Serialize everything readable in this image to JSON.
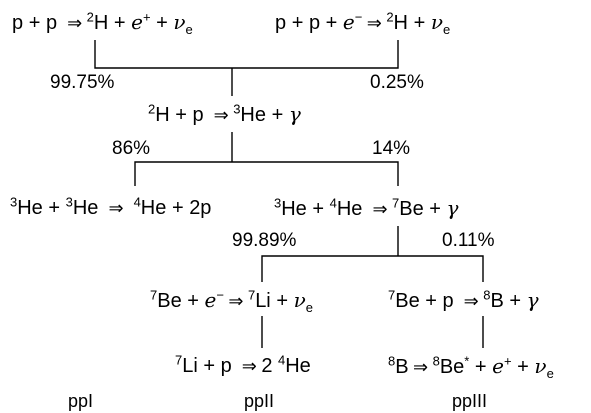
{
  "reactions": {
    "pp_beta": {
      "p1": "p",
      "plus1": "+",
      "p2": "p",
      "arrow": "⇒",
      "mass_h2": "2",
      "h": "H",
      "plus2": "+",
      "e": "e",
      "e_charge": "+",
      "plus3": "+",
      "nu": "ν",
      "nu_sub": "e"
    },
    "pep": {
      "p1": "p",
      "plus1": "+",
      "p2": "p",
      "plus2": "+",
      "e": "e",
      "e_charge": "−",
      "arrow": "⇒",
      "mass_h2": "2",
      "h": "H",
      "plus3": "+",
      "nu": "ν",
      "nu_sub": "e"
    },
    "deuterium_capture": {
      "mass_h2": "2",
      "h": "H",
      "plus1": "+",
      "p": "p",
      "arrow": "⇒",
      "mass_he3": "3",
      "he": "He",
      "plus2": "+",
      "gamma": "γ"
    },
    "he3_he3": {
      "mass_a": "3",
      "he_a": "He",
      "plus1": "+",
      "mass_b": "3",
      "he_b": "He",
      "arrow": "⇒",
      "mass_c": "4",
      "he_c": "He",
      "plus2": "+",
      "two_p": "2p"
    },
    "he3_he4": {
      "mass_a": "3",
      "he_a": "He",
      "plus1": "+",
      "mass_b": "4",
      "he_b": "He",
      "arrow": "⇒",
      "mass_be": "7",
      "be": "Be",
      "plus2": "+",
      "gamma": "γ"
    },
    "be7_capture": {
      "mass_be": "7",
      "be": "Be",
      "plus1": "+",
      "e": "e",
      "e_charge": "−",
      "arrow": "⇒",
      "mass_li": "7",
      "li": "Li",
      "plus2": "+",
      "nu": "ν",
      "nu_sub": "e"
    },
    "be7_p": {
      "mass_be": "7",
      "be": "Be",
      "plus1": "+",
      "p": "p",
      "arrow": "⇒",
      "mass_b": "8",
      "b": "B",
      "plus2": "+",
      "gamma": "γ"
    },
    "li7_p": {
      "mass_li": "7",
      "li": "Li",
      "plus": "+",
      "p": "p",
      "arrow": "⇒",
      "coef": "2",
      "mass_he": "4",
      "he": "He"
    },
    "b8_decay": {
      "mass_b": "8",
      "b": "B",
      "arrow": "⇒",
      "mass_be": "8",
      "be": "Be",
      "star": "*",
      "plus1": "+",
      "e": "e",
      "e_charge": "+",
      "plus2": "+",
      "nu": "ν",
      "nu_sub": "e"
    }
  },
  "branching": {
    "pp": "99.75%",
    "pep": "0.25%",
    "ppI": "86%",
    "ppII_III": "14%",
    "ppII": "99.89%",
    "ppIII": "0.11%"
  },
  "chains": {
    "ppI": "ppI",
    "ppII": "ppII",
    "ppIII": "ppIII"
  }
}
